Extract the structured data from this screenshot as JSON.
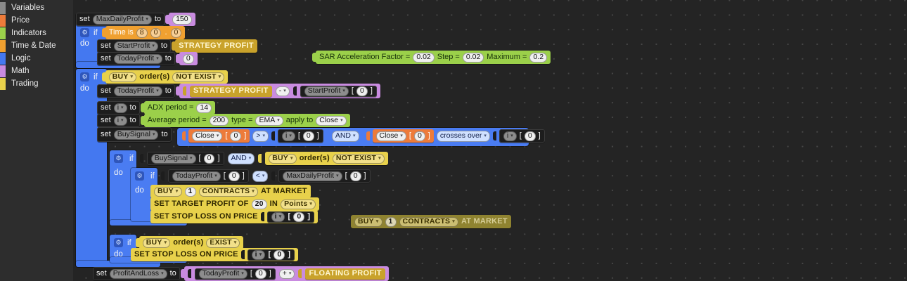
{
  "toolbox": {
    "items": [
      {
        "label": "Variables",
        "color": "#8a8a8a",
        "name": "variables"
      },
      {
        "label": "Price",
        "color": "#ED7B3A",
        "name": "price"
      },
      {
        "label": "Indicators",
        "color": "#9BD04A",
        "name": "indicators"
      },
      {
        "label": "Time & Date",
        "color": "#F0A030",
        "name": "time-and-date"
      },
      {
        "label": "Logic",
        "color": "#4478F0",
        "name": "logic"
      },
      {
        "label": "Math",
        "color": "#C98BE0",
        "name": "math"
      },
      {
        "label": "Trading",
        "color": "#E8D14B",
        "name": "trading"
      }
    ]
  },
  "keywords": {
    "set": "set",
    "to": "to",
    "if": "if",
    "do": "do",
    "gear": "⚙"
  },
  "blocks": {
    "set_max_daily_profit": {
      "set": "set",
      "var": "MaxDailyProfit",
      "to": "to",
      "value": "150"
    },
    "if_time": {
      "if": "if",
      "do": "do",
      "time_label": "Time is",
      "hour": "8",
      "minute": "0",
      "sep": ".",
      "second": "0"
    },
    "set_start_profit": {
      "set": "set",
      "var": "StartProfit",
      "to": "to",
      "value": "STRATEGY PROFIT"
    },
    "set_today_profit_zero": {
      "set": "set",
      "var": "TodayProfit",
      "to": "to",
      "value": "0"
    },
    "sar_block": {
      "label1": "SAR Acceleration Factor =",
      "af": "0.02",
      "label2": "Step =",
      "step": "0.02",
      "label3": "Maximum =",
      "max": "0.2"
    },
    "if_buy_not_exist": {
      "if": "if",
      "do": "do",
      "side": "BUY",
      "orders": "order(s)",
      "state": "NOT EXIST"
    },
    "set_today_profit_calc": {
      "set": "set",
      "var": "TodayProfit",
      "to": "to",
      "left": "STRATEGY PROFIT",
      "operator": "-",
      "right_var": "StartProfit",
      "right_idx": "0"
    },
    "set_i_adx": {
      "set": "set",
      "var": "i",
      "to": "to",
      "label": "ADX period =",
      "period": "14"
    },
    "set_i_avg": {
      "set": "set",
      "var": "i",
      "to": "to",
      "label1": "Average period =",
      "period": "200",
      "label2": "type =",
      "type": "EMA",
      "label3": "apply to",
      "apply": "Close"
    },
    "set_buy_signal": {
      "set": "set",
      "var": "BuySignal",
      "to": "to",
      "cmp1_left": "Close",
      "cmp1_left_idx": "0",
      "cmp1_op": ">",
      "cmp1_right": "i",
      "cmp1_right_idx": "0",
      "conj": "AND",
      "cmp2_left": "Close",
      "cmp2_left_idx": "0",
      "cmp2_op": "crosses over",
      "cmp2_right": "i",
      "cmp2_right_idx": "0"
    },
    "if_buy_signal": {
      "if": "if",
      "do": "do",
      "var": "BuySignal",
      "idx": "0",
      "conj": "AND",
      "side": "BUY",
      "orders": "order(s)",
      "state": "NOT EXIST"
    },
    "if_today_lt_max": {
      "if": "if",
      "do": "do",
      "left_var": "TodayProfit",
      "left_idx": "0",
      "op": "<",
      "right_var": "MaxDailyProfit",
      "right_idx": "0"
    },
    "buy_market": {
      "side": "BUY",
      "qty": "1",
      "unit": "CONTRACTS",
      "exec": "AT MARKET"
    },
    "target_profit": {
      "label1": "SET TARGET PROFIT OF",
      "amount": "20",
      "label2": "IN",
      "unit": "Points"
    },
    "stop_loss_1": {
      "label": "SET STOP LOSS ON PRICE",
      "var": "i",
      "idx": "0"
    },
    "floating_buy_market": {
      "side": "BUY",
      "qty": "1",
      "unit": "CONTRACTS",
      "exec": "AT MARKET"
    },
    "if_buy_exist": {
      "if": "if",
      "do": "do",
      "side": "BUY",
      "orders": "order(s)",
      "state": "EXIST"
    },
    "stop_loss_2": {
      "label": "SET STOP LOSS ON PRICE",
      "var": "i",
      "idx": "0"
    },
    "set_profit_and_loss": {
      "set": "set",
      "var": "ProfitAndLoss",
      "to": "to",
      "left_var": "TodayProfit",
      "left_idx": "0",
      "operator": "+",
      "right": "FLOATING PROFIT"
    }
  }
}
